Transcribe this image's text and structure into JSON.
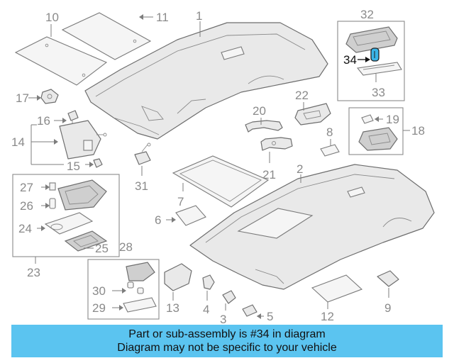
{
  "diagram": {
    "callouts": {
      "c1": "1",
      "c2": "2",
      "c3": "3",
      "c4": "4",
      "c5": "5",
      "c6": "6",
      "c7": "7",
      "c8": "8",
      "c9": "9",
      "c10": "10",
      "c11": "11",
      "c12": "12",
      "c13": "13",
      "c14": "14",
      "c15": "15",
      "c16": "16",
      "c17": "17",
      "c18": "18",
      "c19": "19",
      "c20": "20",
      "c21": "21",
      "c22": "22",
      "c23": "23",
      "c24": "24",
      "c25": "25",
      "c26": "26",
      "c27": "27",
      "c28": "28",
      "c29": "29",
      "c30": "30",
      "c31": "31",
      "c32": "32",
      "c33": "33",
      "c34": "34"
    },
    "highlighted_part": "34",
    "highlight_color": "#3ab5e8"
  },
  "banner": {
    "line1": "Part or sub-assembly is #34 in diagram",
    "line2": "Diagram may not be specific to your vehicle",
    "background": "#5bc4f0"
  }
}
